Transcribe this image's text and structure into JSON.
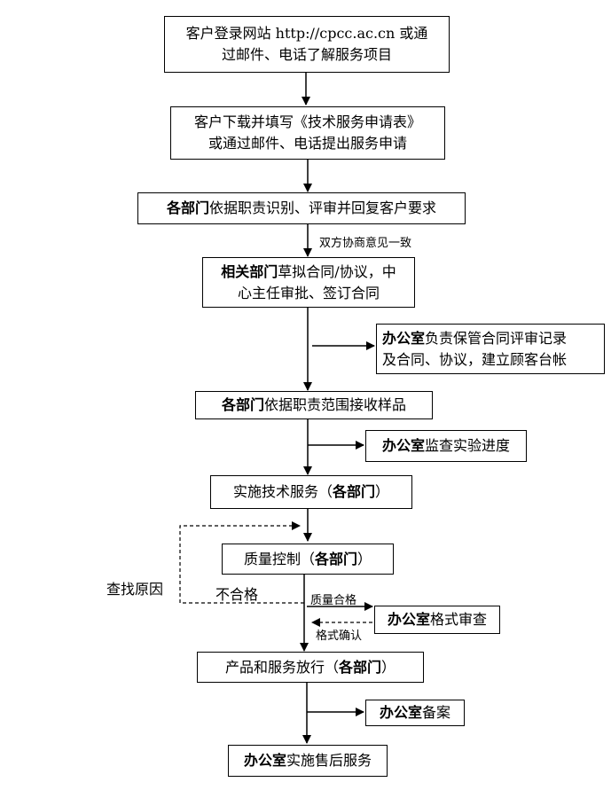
{
  "nodes": {
    "n1": {
      "line1": "客户登录网站 http://cpcc.ac.cn 或通",
      "line2": "过邮件、电话了解服务项目"
    },
    "n2": {
      "line1": "客户下载并填写《技术服务申请表》",
      "line2": "或通过邮件、电话提出服务申请"
    },
    "n3": {
      "bold": "各部门",
      "rest": "依据职责识别、评审并回复客户要求"
    },
    "n4": {
      "bold": "相关部门",
      "rest1": "草拟合同/协议，中",
      "line2": "心主任审批、签订合同"
    },
    "n5": {
      "bold": "办公室",
      "rest1": "负责保管合同评审记录",
      "line2": "及合同、协议，建立顾客台帐"
    },
    "n6": {
      "bold": "各部门",
      "rest": "依据职责范围接收样品"
    },
    "n7": {
      "bold": "办公室",
      "rest": "监查实验进度"
    },
    "n8": {
      "pre": "实施技术服务（",
      "bold": "各部门",
      "post": "）"
    },
    "n9": {
      "pre": "质量控制（",
      "bold": "各部门",
      "post": "）"
    },
    "n10": {
      "bold": "办公室",
      "rest": "格式审查"
    },
    "n11": {
      "pre": "产品和服务放行（",
      "bold": "各部门",
      "post": "）"
    },
    "n12": {
      "bold": "办公室",
      "rest": "备案"
    },
    "n13": {
      "bold": "办公室",
      "rest": "实施售后服务"
    }
  },
  "labels": {
    "agree": "双方协商意见一致",
    "find_cause": "查找原因",
    "fail": "不合格",
    "pass": "质量合格",
    "format_confirm": "格式确认"
  }
}
